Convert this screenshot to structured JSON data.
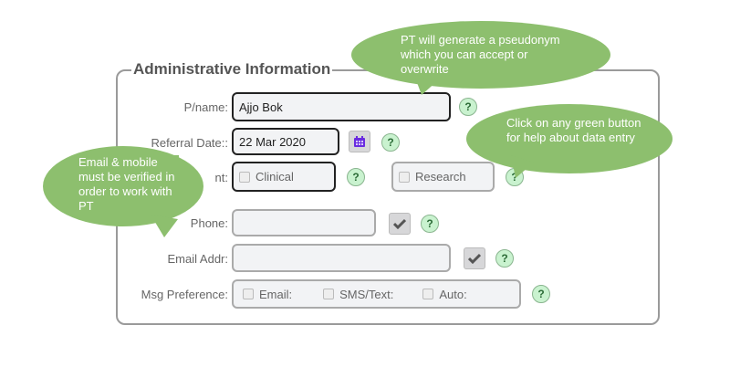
{
  "fieldset": {
    "legend": "Administrative Information"
  },
  "fields": {
    "pname": {
      "label": "P/name:",
      "value": "Ajjo Bok"
    },
    "referral_date": {
      "label": "Referral Date::",
      "value": "22 Mar 2020"
    },
    "consent": {
      "label": "nt:",
      "clinical_label": "Clinical",
      "research_label": "Research"
    },
    "phone": {
      "label": "Phone:",
      "value": ""
    },
    "email": {
      "label": "Email Addr:",
      "value": ""
    },
    "msg_pref": {
      "label": "Msg Preference:",
      "options": [
        "Email:",
        "SMS/Text:",
        "Auto:"
      ]
    }
  },
  "help_glyph": "?",
  "callouts": {
    "pseudonym": "PT will generate a pseudonym which you can accept or overwrite",
    "help": "Click on any green button for help about data entry",
    "verify": "Email & mobile must be verified in order to work with PT"
  },
  "colors": {
    "callout": "#8dbf6e",
    "help_bg": "#c9f2cf",
    "calendar": "#6a2be0"
  }
}
